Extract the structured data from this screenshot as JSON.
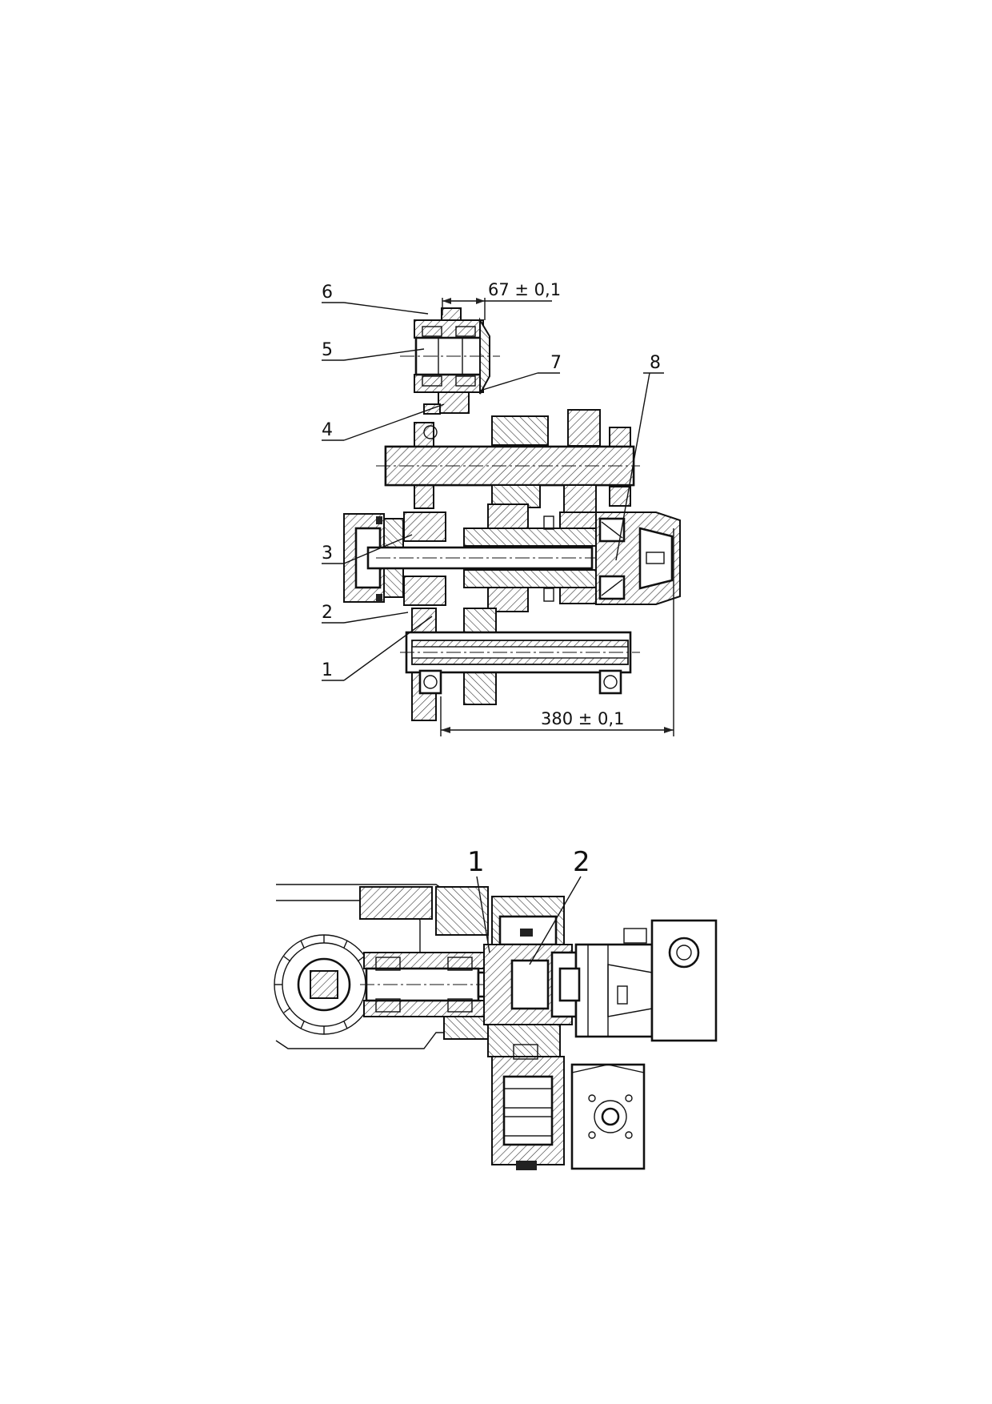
{
  "figure_top": {
    "callouts": [
      "1",
      "2",
      "3",
      "4",
      "5",
      "6",
      "7",
      "8"
    ],
    "dimensions": {
      "top": "67 ± 0,1",
      "bottom": "380 ± 0,1"
    }
  },
  "figure_bottom": {
    "callouts": [
      "1",
      "2"
    ]
  }
}
